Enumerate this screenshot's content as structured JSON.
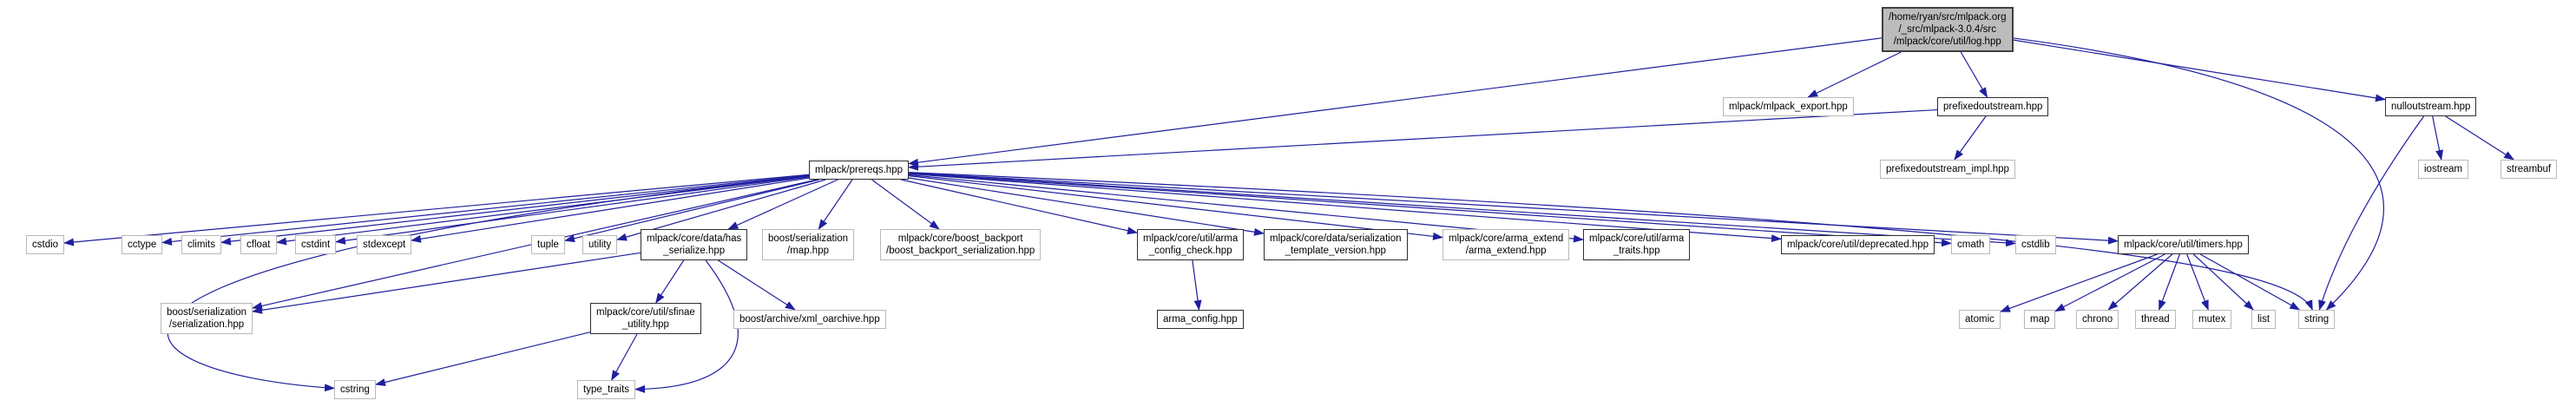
{
  "diagram": {
    "type": "include-dependency-graph",
    "colors": {
      "edge": "#1f1f9e",
      "root_fill": "#bcbcbc",
      "internal_border": "#2e2e2e",
      "external_border": "#b9b9b9"
    },
    "nodes": {
      "log": {
        "label": "/home/ryan/src/mlpack.org\n/_src/mlpack-3.0.4/src\n /mlpack/core/util/log.hpp",
        "kind": "root"
      },
      "mlpack_export": {
        "label": "mlpack/mlpack_export.hpp",
        "kind": "external"
      },
      "prefixedoutstream": {
        "label": "prefixedoutstream.hpp",
        "kind": "internal"
      },
      "nulloutstream": {
        "label": "nulloutstream.hpp",
        "kind": "internal"
      },
      "prefixedoutstream_impl": {
        "label": "prefixedoutstream_impl.hpp",
        "kind": "external"
      },
      "prereqs": {
        "label": "mlpack/prereqs.hpp",
        "kind": "internal"
      },
      "iostream": {
        "label": "iostream",
        "kind": "external"
      },
      "streambuf": {
        "label": "streambuf",
        "kind": "external"
      },
      "cstdio": {
        "label": "cstdio",
        "kind": "external"
      },
      "cctype": {
        "label": "cctype",
        "kind": "external"
      },
      "climits": {
        "label": "climits",
        "kind": "external"
      },
      "cfloat": {
        "label": "cfloat",
        "kind": "external"
      },
      "cstdint": {
        "label": "cstdint",
        "kind": "external"
      },
      "stdexcept": {
        "label": "stdexcept",
        "kind": "external"
      },
      "tuple": {
        "label": "tuple",
        "kind": "external"
      },
      "utility": {
        "label": "utility",
        "kind": "external"
      },
      "has_serialize": {
        "label": "mlpack/core/data/has\n_serialize.hpp",
        "kind": "internal"
      },
      "boost_ser_map": {
        "label": "boost/serialization\n/map.hpp",
        "kind": "external"
      },
      "boost_backport": {
        "label": "mlpack/core/boost_backport\n/boost_backport_serialization.hpp",
        "kind": "external"
      },
      "arma_config_check": {
        "label": "mlpack/core/util/arma\n_config_check.hpp",
        "kind": "internal"
      },
      "ser_template_version": {
        "label": "mlpack/core/data/serialization\n_template_version.hpp",
        "kind": "internal"
      },
      "arma_extend": {
        "label": "mlpack/core/arma_extend\n/arma_extend.hpp",
        "kind": "external"
      },
      "arma_traits": {
        "label": "mlpack/core/util/arma\n_traits.hpp",
        "kind": "internal"
      },
      "deprecated": {
        "label": "mlpack/core/util/deprecated.hpp",
        "kind": "internal"
      },
      "cmath": {
        "label": "cmath",
        "kind": "external"
      },
      "cstdlib": {
        "label": "cstdlib",
        "kind": "external"
      },
      "timers": {
        "label": "mlpack/core/util/timers.hpp",
        "kind": "internal"
      },
      "boost_serialization": {
        "label": "boost/serialization\n/serialization.hpp",
        "kind": "external"
      },
      "sfinae_utility": {
        "label": "mlpack/core/util/sfinae\n_utility.hpp",
        "kind": "internal"
      },
      "xml_oarchive": {
        "label": "boost/archive/xml_oarchive.hpp",
        "kind": "external"
      },
      "arma_config": {
        "label": "arma_config.hpp",
        "kind": "internal"
      },
      "atomic": {
        "label": "atomic",
        "kind": "external"
      },
      "map": {
        "label": "map",
        "kind": "external"
      },
      "chrono": {
        "label": "chrono",
        "kind": "external"
      },
      "thread": {
        "label": "thread",
        "kind": "external"
      },
      "mutex": {
        "label": "mutex",
        "kind": "external"
      },
      "list": {
        "label": "list",
        "kind": "external"
      },
      "string": {
        "label": "string",
        "kind": "external"
      },
      "cstring": {
        "label": "cstring",
        "kind": "external"
      },
      "type_traits": {
        "label": "type_traits",
        "kind": "external"
      }
    },
    "edges": [
      {
        "from": "log",
        "to": "prereqs"
      },
      {
        "from": "log",
        "to": "mlpack_export"
      },
      {
        "from": "log",
        "to": "prefixedoutstream"
      },
      {
        "from": "log",
        "to": "nulloutstream"
      },
      {
        "from": "log",
        "to": "string",
        "via": [
          [
            2900,
            120
          ],
          [
            2740,
            300
          ]
        ]
      },
      {
        "from": "prefixedoutstream",
        "to": "prefixedoutstream_impl"
      },
      {
        "from": "prefixedoutstream",
        "to": "prereqs"
      },
      {
        "from": "nulloutstream",
        "to": "iostream"
      },
      {
        "from": "nulloutstream",
        "to": "streambuf"
      },
      {
        "from": "nulloutstream",
        "to": "string",
        "via": [
          [
            2702,
            260
          ]
        ]
      },
      {
        "from": "prereqs",
        "to": "cstdio"
      },
      {
        "from": "prereqs",
        "to": "cctype"
      },
      {
        "from": "prereqs",
        "to": "climits"
      },
      {
        "from": "prereqs",
        "to": "cfloat"
      },
      {
        "from": "prereqs",
        "to": "cstdint"
      },
      {
        "from": "prereqs",
        "to": "stdexcept"
      },
      {
        "from": "prereqs",
        "to": "tuple"
      },
      {
        "from": "prereqs",
        "to": "utility"
      },
      {
        "from": "prereqs",
        "to": "has_serialize"
      },
      {
        "from": "prereqs",
        "to": "boost_ser_map"
      },
      {
        "from": "prereqs",
        "to": "boost_backport"
      },
      {
        "from": "prereqs",
        "to": "arma_config_check"
      },
      {
        "from": "prereqs",
        "to": "ser_template_version"
      },
      {
        "from": "prereqs",
        "to": "arma_extend"
      },
      {
        "from": "prereqs",
        "to": "arma_traits"
      },
      {
        "from": "prereqs",
        "to": "deprecated"
      },
      {
        "from": "prereqs",
        "to": "cmath"
      },
      {
        "from": "prereqs",
        "to": "cstdlib"
      },
      {
        "from": "prereqs",
        "to": "timers"
      },
      {
        "from": "prereqs",
        "to": "string",
        "via": [
          [
            2300,
            255
          ],
          [
            2640,
            300
          ]
        ]
      },
      {
        "from": "prereqs",
        "to": "cstring",
        "via": [
          [
            -5,
            310
          ],
          [
            120,
            430
          ]
        ]
      },
      {
        "from": "prereqs",
        "to": "boost_serialization"
      },
      {
        "from": "has_serialize",
        "to": "boost_serialization"
      },
      {
        "from": "has_serialize",
        "to": "sfinae_utility"
      },
      {
        "from": "has_serialize",
        "to": "xml_oarchive"
      },
      {
        "from": "has_serialize",
        "to": "type_traits",
        "via": [
          [
            885,
            395
          ],
          [
            850,
            447
          ]
        ]
      },
      {
        "from": "sfinae_utility",
        "to": "cstring"
      },
      {
        "from": "sfinae_utility",
        "to": "type_traits"
      },
      {
        "from": "arma_config_check",
        "to": "arma_config"
      },
      {
        "from": "timers",
        "to": "atomic"
      },
      {
        "from": "timers",
        "to": "map"
      },
      {
        "from": "timers",
        "to": "chrono"
      },
      {
        "from": "timers",
        "to": "thread"
      },
      {
        "from": "timers",
        "to": "mutex"
      },
      {
        "from": "timers",
        "to": "list"
      },
      {
        "from": "timers",
        "to": "string"
      }
    ]
  }
}
